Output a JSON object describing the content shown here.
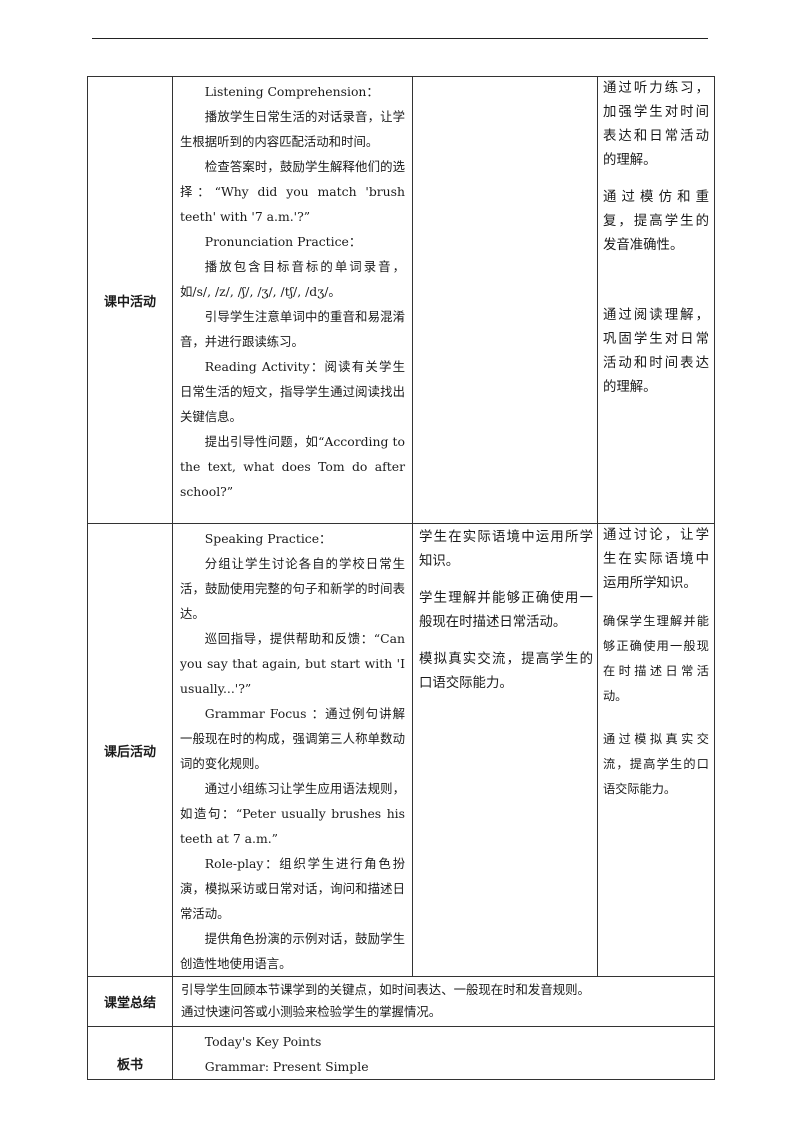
{
  "rows": [
    {
      "label": "课中活动",
      "content": [
        "Listening Comprehension：",
        "播放学生日常生活的对话录音，让学生根据听到的内容匹配活动和时间。",
        "检查答案时，鼓励学生解释他们的选择：“Why did you match 'brush teeth' with '7 a.m.'?”",
        "Pronunciation Practice：",
        "播放包含目标音标的单词录音，如/s/, /z/, /ʃ/, /ʒ/, /tʃ/, /dʒ/。",
        "引导学生注意单词中的重音和易混淆音，并进行跟读练习。",
        "Reading Activity：阅读有关学生日常生活的短文，指导学生通过阅读找出关键信息。",
        "提出引导性问题，如“According to the text, what does Tom do after school?”"
      ],
      "student": [],
      "purpose": [
        "通过听力练习，加强学生对时间表达和日常活动的理解。",
        "通过模仿和重复，提高学生的发音准确性。",
        "通过阅读理解，巩固学生对日常活动和时间表达的理解。"
      ]
    },
    {
      "label": "课后活动",
      "content": [
        "Speaking Practice：",
        "分组让学生讨论各自的学校日常生活，鼓励使用完整的句子和新学的时间表达。",
        "巡回指导，提供帮助和反馈：“Can you say that again, but start with 'I usually...'?”",
        "Grammar Focus ：通过例句讲解一般现在时的构成，强调第三人称单数动词的变化规则。",
        "通过小组练习让学生应用语法规则，如造句：“Peter usually brushes his teeth at 7 a.m.”",
        "Role-play：组织学生进行角色扮演，模拟采访或日常对话，询问和描述日常活动。",
        "提供角色扮演的示例对话，鼓励学生创造性地使用语言。"
      ],
      "student": [
        "学生在实际语境中运用所学知识。",
        "学生理解并能够正确使用一般现在时描述日常活动。",
        "模拟真实交流，提高学生的口语交际能力。"
      ],
      "purpose": [
        "通过讨论，让学生在实际语境中运用所学知识。",
        "确保学生理解并能够正确使用一般现在时描述日常活动。",
        "通过模拟真实交流，提高学生的口语交际能力。"
      ]
    },
    {
      "label": "课堂总结",
      "content": [
        "引导学生回顾本节课学到的关键点，如时间表达、一般现在时和发音规则。",
        "通过快速问答或小测验来检验学生的掌握情况。"
      ]
    },
    {
      "label": "板书",
      "content": [
        "Today's Key Points",
        "Grammar: Present Simple"
      ]
    }
  ]
}
